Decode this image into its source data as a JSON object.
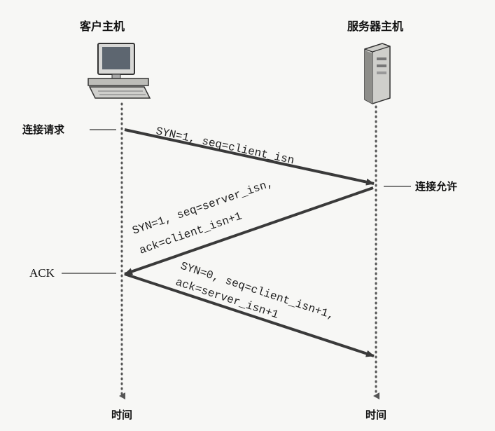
{
  "headers": {
    "client": "客户主机",
    "server": "服务器主机"
  },
  "side_labels": {
    "request": "连接请求",
    "granted": "连接允许",
    "ack": "ACK"
  },
  "messages": {
    "syn": "SYN=1, seq=client_isn",
    "synack_line1": "SYN=1, seq=server_isn,",
    "synack_line2": "ack=client_isn+1",
    "ack_line1": "SYN=0, seq=client_isn+1,",
    "ack_line2": "ack=server_isn+1"
  },
  "time_labels": {
    "client": "时间",
    "server": "时间"
  },
  "colors": {
    "arrow": "#3a3a3a",
    "dots": "#555555",
    "text": "#111111"
  },
  "icons": {
    "client": "desktop-computer-icon",
    "server": "server-tower-icon"
  }
}
